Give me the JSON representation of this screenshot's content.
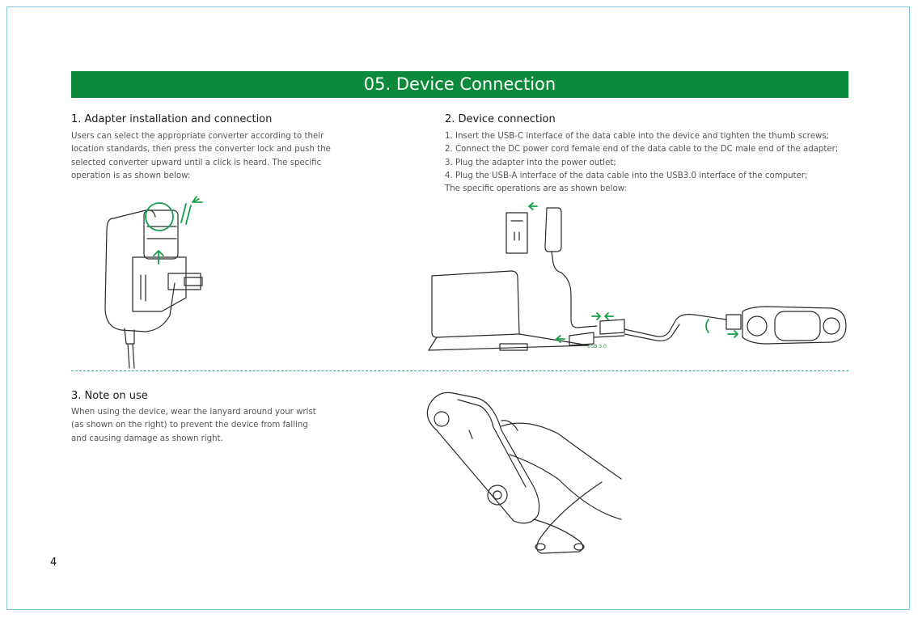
{
  "banner": {
    "title": "05. Device Connection"
  },
  "section1": {
    "heading": "1. Adapter installation and connection",
    "lines": [
      "Users can select the appropriate converter according to their",
      "location standards, then press the converter lock and push the",
      "selected converter upward until a click is heard. The specific",
      "operation is as shown below:"
    ]
  },
  "section2": {
    "heading": "2. Device connection",
    "lines": [
      "1. Insert the USB-C interface of the data cable into the device and tighten the thumb screws;",
      "2. Connect the DC power cord female end of the data cable to the DC male end of the adapter;",
      "3. Plug the adapter into the power outlet;",
      "4. Plug the USB-A interface of the data cable into the USB3.0 interface of the computer;",
      "The specific operations are as shown below:"
    ],
    "usb_label": "USB 3.0"
  },
  "section3": {
    "heading": "3. Note on use",
    "lines": [
      "When using the device, wear the lanyard around your wrist",
      "(as shown on the right) to prevent the device from falling",
      "and causing damage as shown right."
    ]
  },
  "page": {
    "number": "4"
  },
  "colors": {
    "banner": "#0b8a3c",
    "accent_arrow": "#17a04a",
    "frame": "#7fc8dc",
    "divider": "#3a9f9a"
  }
}
